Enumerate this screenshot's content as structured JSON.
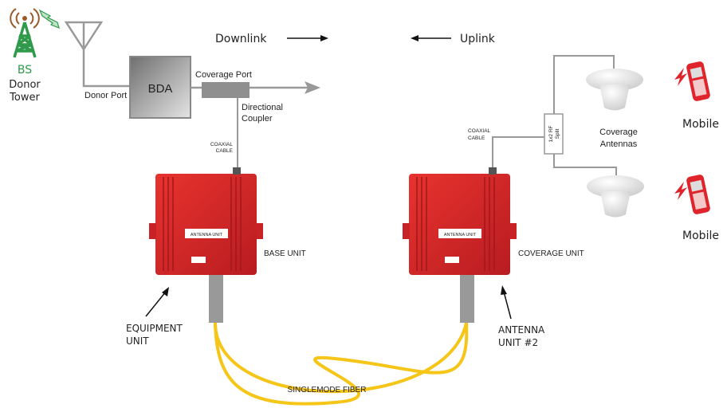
{
  "tower": {
    "bs": "BS",
    "line1": "Donor",
    "line2": "Tower",
    "color": "#2e9a4a"
  },
  "links": {
    "downlink": "Downlink",
    "uplink": "Uplink"
  },
  "bda": {
    "label": "BDA",
    "donor_port": "Donor Port",
    "coverage_port": "Coverage Port",
    "coupler1": "Directional",
    "coupler2": "Coupler"
  },
  "coax_left": {
    "line1": "COAXIAL",
    "line2": "CABLE"
  },
  "coax_right": {
    "line1": "COAXIAL",
    "line2": "CABLE"
  },
  "splitter": {
    "line1": "1x2 RF",
    "line2": "Split"
  },
  "coverage_antennas": {
    "line1": "Coverage",
    "line2": "Antennas"
  },
  "mobiles": [
    "Mobile",
    "Mobile"
  ],
  "base_unit": {
    "plate": "ANTENNA UNIT",
    "label": "BASE UNIT",
    "color": "#d8262b"
  },
  "coverage_unit": {
    "plate": "ANTENNA UNIT",
    "label": "COVERAGE UNIT",
    "color": "#d8262b"
  },
  "equipment": {
    "line1": "EQUIPMENT",
    "line2": "UNIT"
  },
  "antenna2": {
    "line1": "ANTENNA",
    "line2": "UNIT #2"
  },
  "fiber": {
    "label": "SINGLEMODE FIBER",
    "color": "#f5c518"
  }
}
